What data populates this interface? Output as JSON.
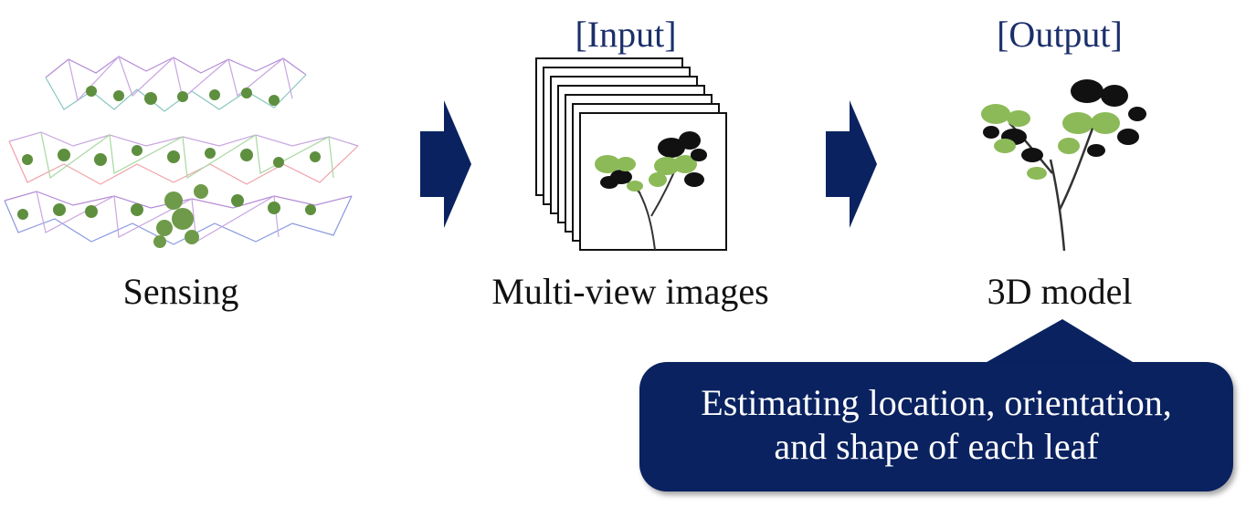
{
  "stages": [
    {
      "id": "sensing",
      "label": "Sensing"
    },
    {
      "id": "input",
      "tag": "[Input]",
      "label": "Multi-view images"
    },
    {
      "id": "output",
      "tag": "[Output]",
      "label": "3D model"
    }
  ],
  "callout": {
    "line1": "Estimating location, orientation,",
    "line2": "and shape of each leaf"
  },
  "colors": {
    "accent": "#0a2260",
    "leaf_light": "#8cba58",
    "leaf_dark": "#111111",
    "text": "#111111"
  },
  "icons": [
    "camera-rig-icon",
    "image-stack-icon",
    "plant-model-icon",
    "arrow-right-icon"
  ]
}
